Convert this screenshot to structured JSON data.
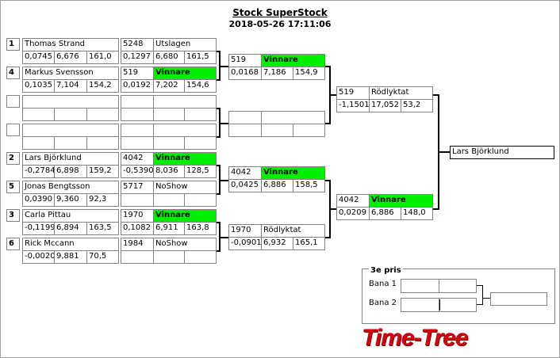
{
  "header": {
    "title": "Stock SuperStock",
    "datetime": "2018-05-26 17:11:06"
  },
  "round1": [
    {
      "seed": "1",
      "name": "Thomas  Strand",
      "r": "0,0745",
      "et": "6,676",
      "speed": "161,0",
      "lane_no": "5248",
      "lane_result": "Utslagen",
      "lane_r": "0,1297",
      "lane_et": "6,680",
      "lane_speed": "161,5"
    },
    {
      "seed": "4",
      "name": "Markus  Svensson",
      "r": "0,1035",
      "et": "7,104",
      "speed": "154,2",
      "lane_no": "519",
      "lane_result": "Vinnare",
      "lane_r": "0,0192",
      "lane_et": "7,202",
      "lane_speed": "154,6"
    },
    {
      "seed": "",
      "name": "",
      "r": "",
      "et": "",
      "speed": "",
      "lane_no": "",
      "lane_result": "",
      "lane_r": "",
      "lane_et": "",
      "lane_speed": ""
    },
    {
      "seed": "",
      "name": "",
      "r": "",
      "et": "",
      "speed": "",
      "lane_no": "",
      "lane_result": "",
      "lane_r": "",
      "lane_et": "",
      "lane_speed": ""
    },
    {
      "seed": "2",
      "name": "Lars Björklund",
      "r": "-0,2784",
      "et": "6,898",
      "speed": "159,2",
      "lane_no": "4042",
      "lane_result": "Vinnare",
      "lane_r": "-0,5390",
      "lane_et": "8,036",
      "lane_speed": "128,5"
    },
    {
      "seed": "5",
      "name": "Jonas  Bengtsson",
      "r": "0,0390",
      "et": "9,360",
      "speed": "92,3",
      "lane_no": "5717",
      "lane_result": "NoShow",
      "lane_r": "",
      "lane_et": "",
      "lane_speed": ""
    },
    {
      "seed": "3",
      "name": "Carla Pittau",
      "r": "-0,1199",
      "et": "6,894",
      "speed": "163,5",
      "lane_no": "1970",
      "lane_result": "Vinnare",
      "lane_r": "0,1082",
      "lane_et": "6,911",
      "lane_speed": "163,8"
    },
    {
      "seed": "6",
      "name": "Rick Mccann",
      "r": "-0,0020",
      "et": "9,881",
      "speed": "70,5",
      "lane_no": "1984",
      "lane_result": "NoShow",
      "lane_r": "",
      "lane_et": "",
      "lane_speed": ""
    }
  ],
  "round2": [
    {
      "no": "519",
      "result": "Vinnare",
      "r": "0,0168",
      "et": "7,186",
      "speed": "154,9"
    },
    {
      "no": "",
      "result": "",
      "r": "",
      "et": "",
      "speed": ""
    },
    {
      "no": "4042",
      "result": "Vinnare",
      "r": "0,0425",
      "et": "6,886",
      "speed": "158,5"
    },
    {
      "no": "1970",
      "result": "Rödlyktat",
      "r": "-0,0901",
      "et": "6,932",
      "speed": "165,1"
    }
  ],
  "round3": [
    {
      "no": "519",
      "result": "Rödlyktat",
      "r": "-1,1501",
      "et": "17,052",
      "speed": "53,2"
    },
    {
      "no": "4042",
      "result": "Vinnare",
      "r": "0,0209",
      "et": "6,886",
      "speed": "148,0"
    }
  ],
  "final": {
    "winner": "Lars Björklund"
  },
  "third_prize": {
    "title": "3e pris",
    "lane1": "Bana 1",
    "lane2": "Bana 2"
  },
  "brand": {
    "logo_text": "Time-Tree",
    "logo_color": "#d8000c",
    "win_color": "#00ee00"
  }
}
